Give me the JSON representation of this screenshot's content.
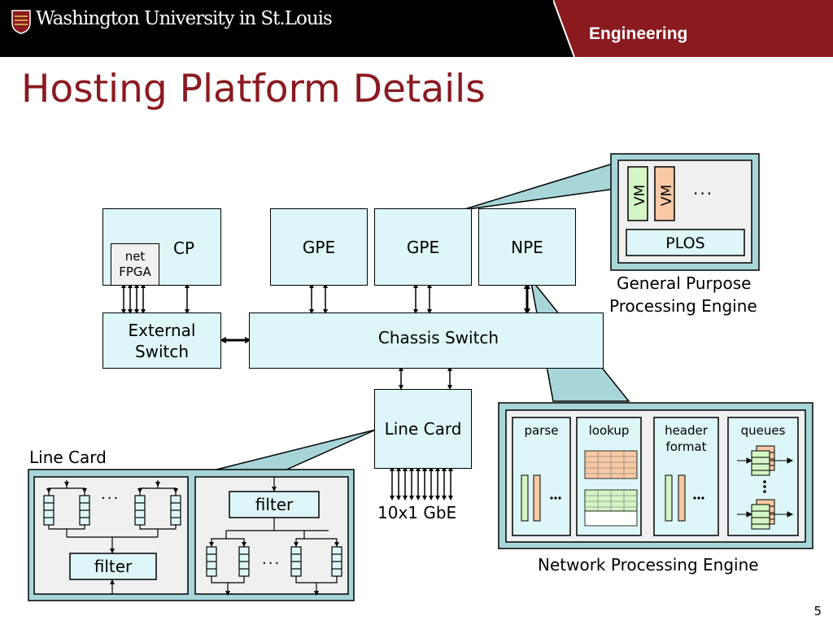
{
  "header": {
    "logo_text": "Washington University in St.Louis",
    "tab": "Engineering",
    "accent": "#8b1a1f"
  },
  "slide": {
    "title": "Hosting Platform Details",
    "page_number": "5"
  },
  "diagram": {
    "cp": "CP",
    "net_fpga_line1": "net",
    "net_fpga_line2": "FPGA",
    "gpe1": "GPE",
    "gpe2": "GPE",
    "npe": "NPE",
    "external_switch_line1": "External",
    "external_switch_line2": "Switch",
    "chassis_switch": "Chassis Switch",
    "line_card": "Line Card",
    "ports": "10x1 GbE",
    "gpe_detail": {
      "vm1": "VM",
      "vm2": "VM",
      "ellipsis": "···",
      "plos": "PLOS",
      "caption_line1": "General Purpose",
      "caption_line2": "Processing Engine"
    },
    "npe_detail": {
      "parse": "parse",
      "lookup": "lookup",
      "header_format_line1": "header",
      "header_format_line2": "format",
      "queues": "queues",
      "caption": "Network Processing Engine"
    },
    "line_card_detail": {
      "caption": "Line Card",
      "filter_left": "filter",
      "filter_right": "filter",
      "ellipsis": "···"
    }
  }
}
